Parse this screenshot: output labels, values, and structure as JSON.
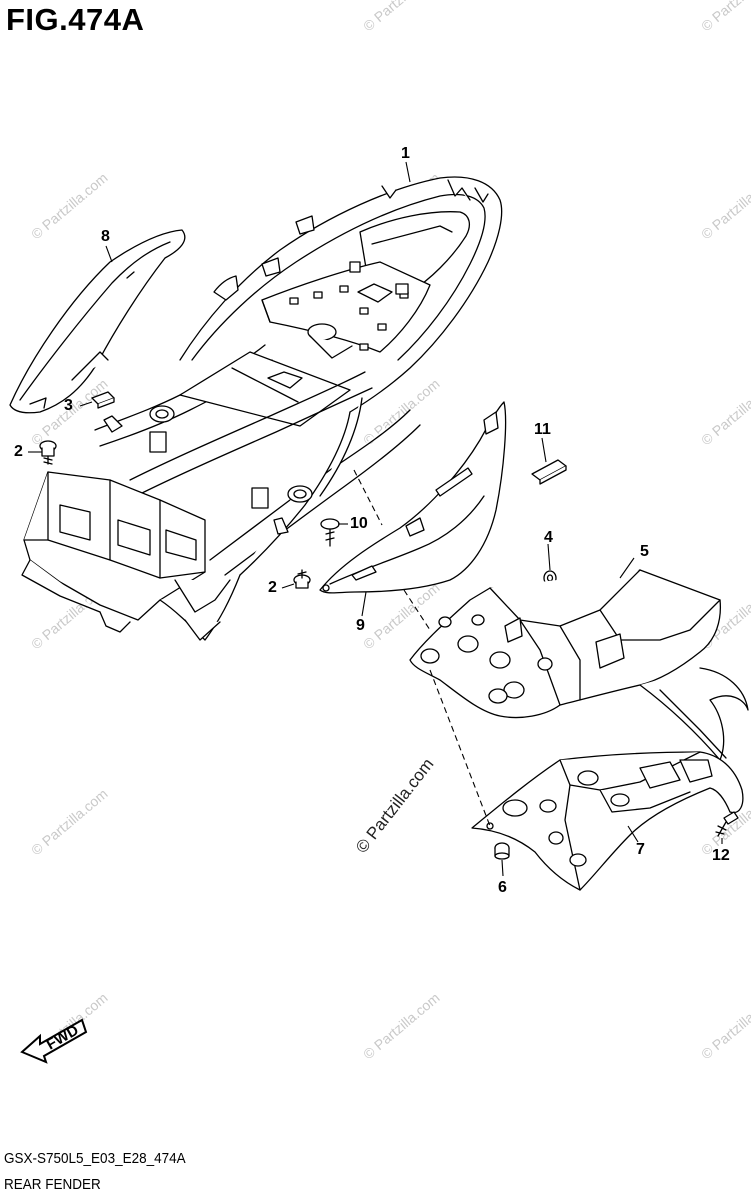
{
  "figure": {
    "title": "FIG.474A",
    "model_code": "GSX-S750L5_E03_E28_474A",
    "section_name": "REAR FENDER"
  },
  "watermark": "© Partzilla.com",
  "fwd_label": "FWD",
  "callouts": [
    {
      "id": "1",
      "label": "1"
    },
    {
      "id": "2a",
      "label": "2"
    },
    {
      "id": "2b",
      "label": "2"
    },
    {
      "id": "3",
      "label": "3"
    },
    {
      "id": "4",
      "label": "4"
    },
    {
      "id": "5",
      "label": "5"
    },
    {
      "id": "6",
      "label": "6"
    },
    {
      "id": "7",
      "label": "7"
    },
    {
      "id": "8",
      "label": "8"
    },
    {
      "id": "9",
      "label": "9"
    },
    {
      "id": "10",
      "label": "10"
    },
    {
      "id": "11",
      "label": "11"
    },
    {
      "id": "12",
      "label": "12"
    }
  ]
}
